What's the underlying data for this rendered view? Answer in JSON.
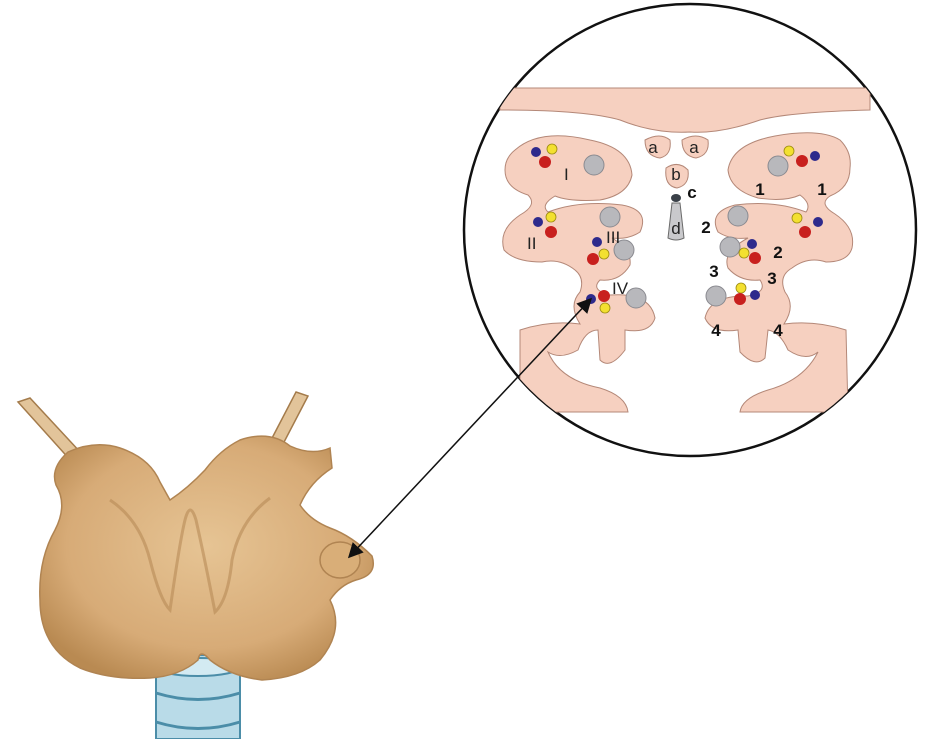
{
  "colors": {
    "gland_fill": "#d9b07f",
    "gland_shadow": "#b98a52",
    "tissue_fill": "#f6d0c0",
    "tissue_stroke": "#b48878",
    "tube_fill": "#b9dbe8",
    "tube_stroke": "#4b8da8",
    "dot_blue": "#2e2a8c",
    "dot_red": "#c8201e",
    "dot_yellow": "#f3e030",
    "dot_grey": "#b8b8bc"
  },
  "labels": {
    "roman": [
      "I",
      "II",
      "III",
      "IV"
    ],
    "arabic": [
      "1",
      "1",
      "2",
      "2",
      "3",
      "3",
      "4",
      "4"
    ],
    "a_left": "a",
    "a_right": "a",
    "b": "b",
    "c": "c",
    "d": "d"
  }
}
